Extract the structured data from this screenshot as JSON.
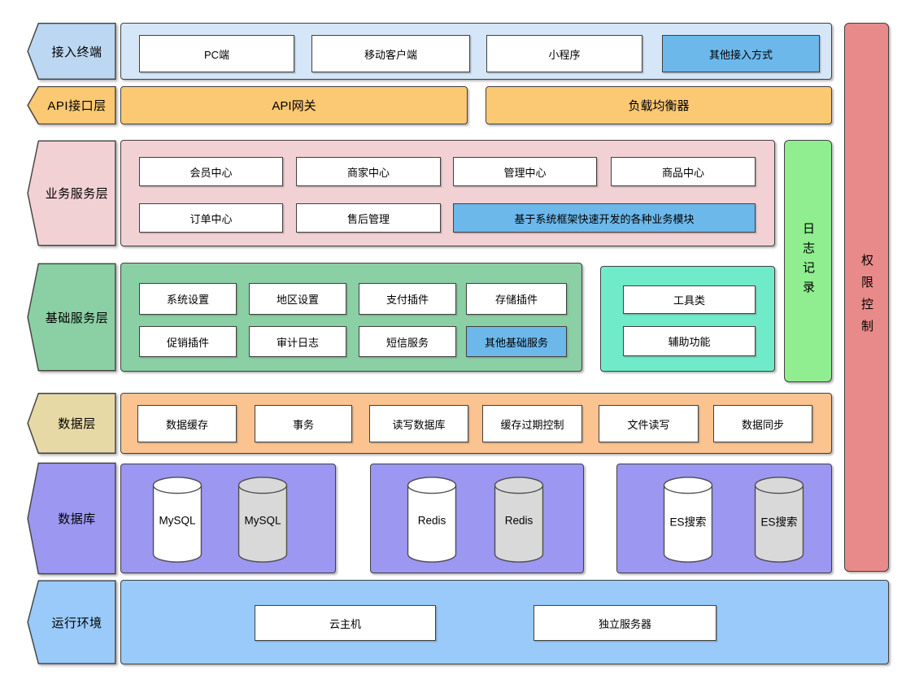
{
  "layers": {
    "access": {
      "label": "接入终端",
      "boxes": [
        "PC端",
        "移动客户端",
        "小程序",
        "其他接入方式"
      ]
    },
    "api": {
      "label": "API接口层",
      "gateway": "API网关",
      "load_balancer": "负载均衡器"
    },
    "business": {
      "label": "业务服务层",
      "row1": [
        "会员中心",
        "商家中心",
        "管理中心",
        "商品中心"
      ],
      "row2": [
        "订单中心",
        "售后管理"
      ],
      "highlight": "基于系统框架快速开发的各种业务模块"
    },
    "foundation": {
      "label": "基础服务层",
      "row1": [
        "系统设置",
        "地区设置",
        "支付插件",
        "存储插件"
      ],
      "row2": [
        "促销插件",
        "审计日志",
        "短信服务"
      ],
      "highlight": "其他基础服务",
      "tools": [
        "工具类",
        "辅助功能"
      ]
    },
    "data": {
      "label": "数据层",
      "boxes": [
        "数据缓存",
        "事务",
        "读写数据库",
        "缓存过期控制",
        "文件读写",
        "数据同步"
      ]
    },
    "database": {
      "label": "数据库",
      "groups": [
        {
          "items": [
            "MySQL",
            "MySQL"
          ]
        },
        {
          "items": [
            "Redis",
            "Redis"
          ]
        },
        {
          "items": [
            "ES搜索",
            "ES搜索"
          ]
        }
      ]
    },
    "runtime": {
      "label": "运行环境",
      "boxes": [
        "云主机",
        "独立服务器"
      ]
    }
  },
  "vertical_bars": {
    "log": "日志记录",
    "permission": "权限控制"
  },
  "colors": {
    "access_label": "#BCD7F1",
    "access_container": "#D4E6F8",
    "highlight_blue": "#6CB8EB",
    "api_orange": "#FBC873",
    "business_pink": "#F2D1D5",
    "foundation_green": "#8BCFA4",
    "tools_teal": "#70EBC9",
    "log_bar_green": "#90EE90",
    "permission_bar_red": "#E98A8A",
    "data_label_tan": "#E7D9A5",
    "data_container_peach": "#FAC38F",
    "database_purple": "#9C97F1",
    "cylinder_gray": "#D9D9D9",
    "runtime_blue": "#99CAF9",
    "node_white": "#FFFFFF",
    "border_dark": "#404040"
  }
}
